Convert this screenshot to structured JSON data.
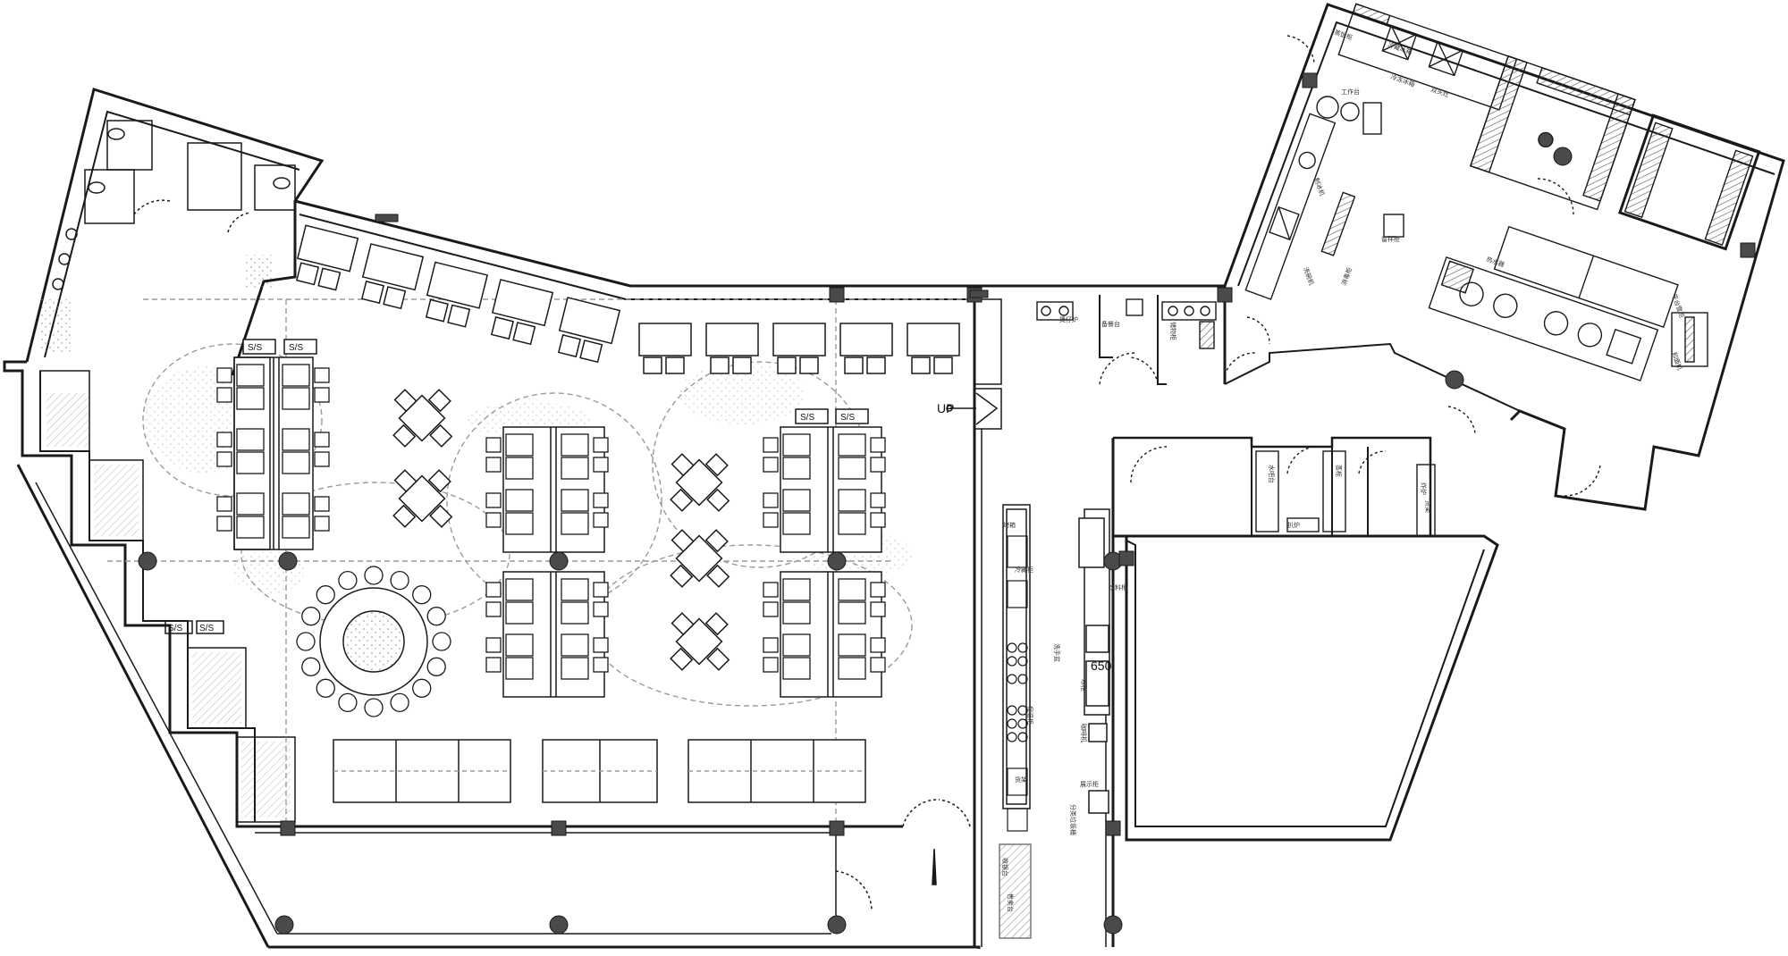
{
  "plan": {
    "stair_label": "UP",
    "dimension_label": "650",
    "ss_label": "S/S",
    "equipment_labels": [
      "冷藏冰箱",
      "冷冻冰箱",
      "双头灶",
      "蒸饭柜",
      "工作台",
      "洗碗机",
      "制冰机",
      "消毒柜",
      "留样柜",
      "和面机",
      "平台雪柜",
      "热水器",
      "烤箱",
      "冷藏柜",
      "洗手盆",
      "保温柜",
      "货架",
      "收银台",
      "饮料柜",
      "咖啡机",
      "展示柜",
      "冰柜",
      "水吧台",
      "蒸柜",
      "炸炉",
      "扒炉",
      "煲仔炉",
      "备餐台",
      "储物柜",
      "货架",
      "分类垃圾桶",
      "售卖台"
    ],
    "colors": {
      "line": "#1a1a1a",
      "hatch": "#555555",
      "dash": "#9a9a9a",
      "column": "#4a4a4a",
      "floor_stipple": "#8a8a8a"
    },
    "icons": [
      "column-icon",
      "door-swing-icon",
      "table-icon",
      "chair-icon",
      "toilet-icon",
      "sink-icon",
      "stove-icon"
    ]
  }
}
